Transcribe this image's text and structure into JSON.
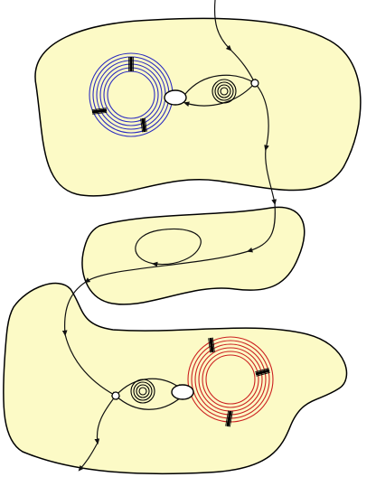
{
  "colors": {
    "background": "#ffffff",
    "region_fill": "#fcfac6",
    "outline": "#000000",
    "curve": "#111111",
    "ring_top": "#2b2bc0",
    "ring_bottom": "#cc2020",
    "ring_inner_small": "#000000",
    "node_fill": "#ffffff"
  },
  "regions": [
    {
      "name": "top-region"
    },
    {
      "name": "middle-region"
    },
    {
      "name": "bottom-region"
    }
  ],
  "rings": [
    {
      "name": "blue-ring-stack",
      "color_key": "ring_top",
      "count": 6,
      "tick_marks": 3
    },
    {
      "name": "red-ring-stack",
      "color_key": "ring_bottom",
      "count": 6,
      "tick_marks": 3
    },
    {
      "name": "small-ring-top",
      "color_key": "ring_inner_small",
      "count": 4,
      "tick_marks": 0
    },
    {
      "name": "small-ring-bottom",
      "color_key": "ring_inner_small",
      "count": 4,
      "tick_marks": 0
    }
  ],
  "nodes": [
    {
      "name": "oval-node-top",
      "shape": "ellipse"
    },
    {
      "name": "junction-node-top",
      "shape": "circle"
    },
    {
      "name": "oval-node-bottom",
      "shape": "ellipse"
    },
    {
      "name": "junction-node-bottom",
      "shape": "circle"
    }
  ],
  "curves": [
    {
      "name": "main-trajectory",
      "directed": true
    },
    {
      "name": "middle-loop",
      "directed": true
    },
    {
      "name": "upper-bridge-curves",
      "directed": true
    },
    {
      "name": "lower-bridge-curves",
      "directed": true
    }
  ]
}
